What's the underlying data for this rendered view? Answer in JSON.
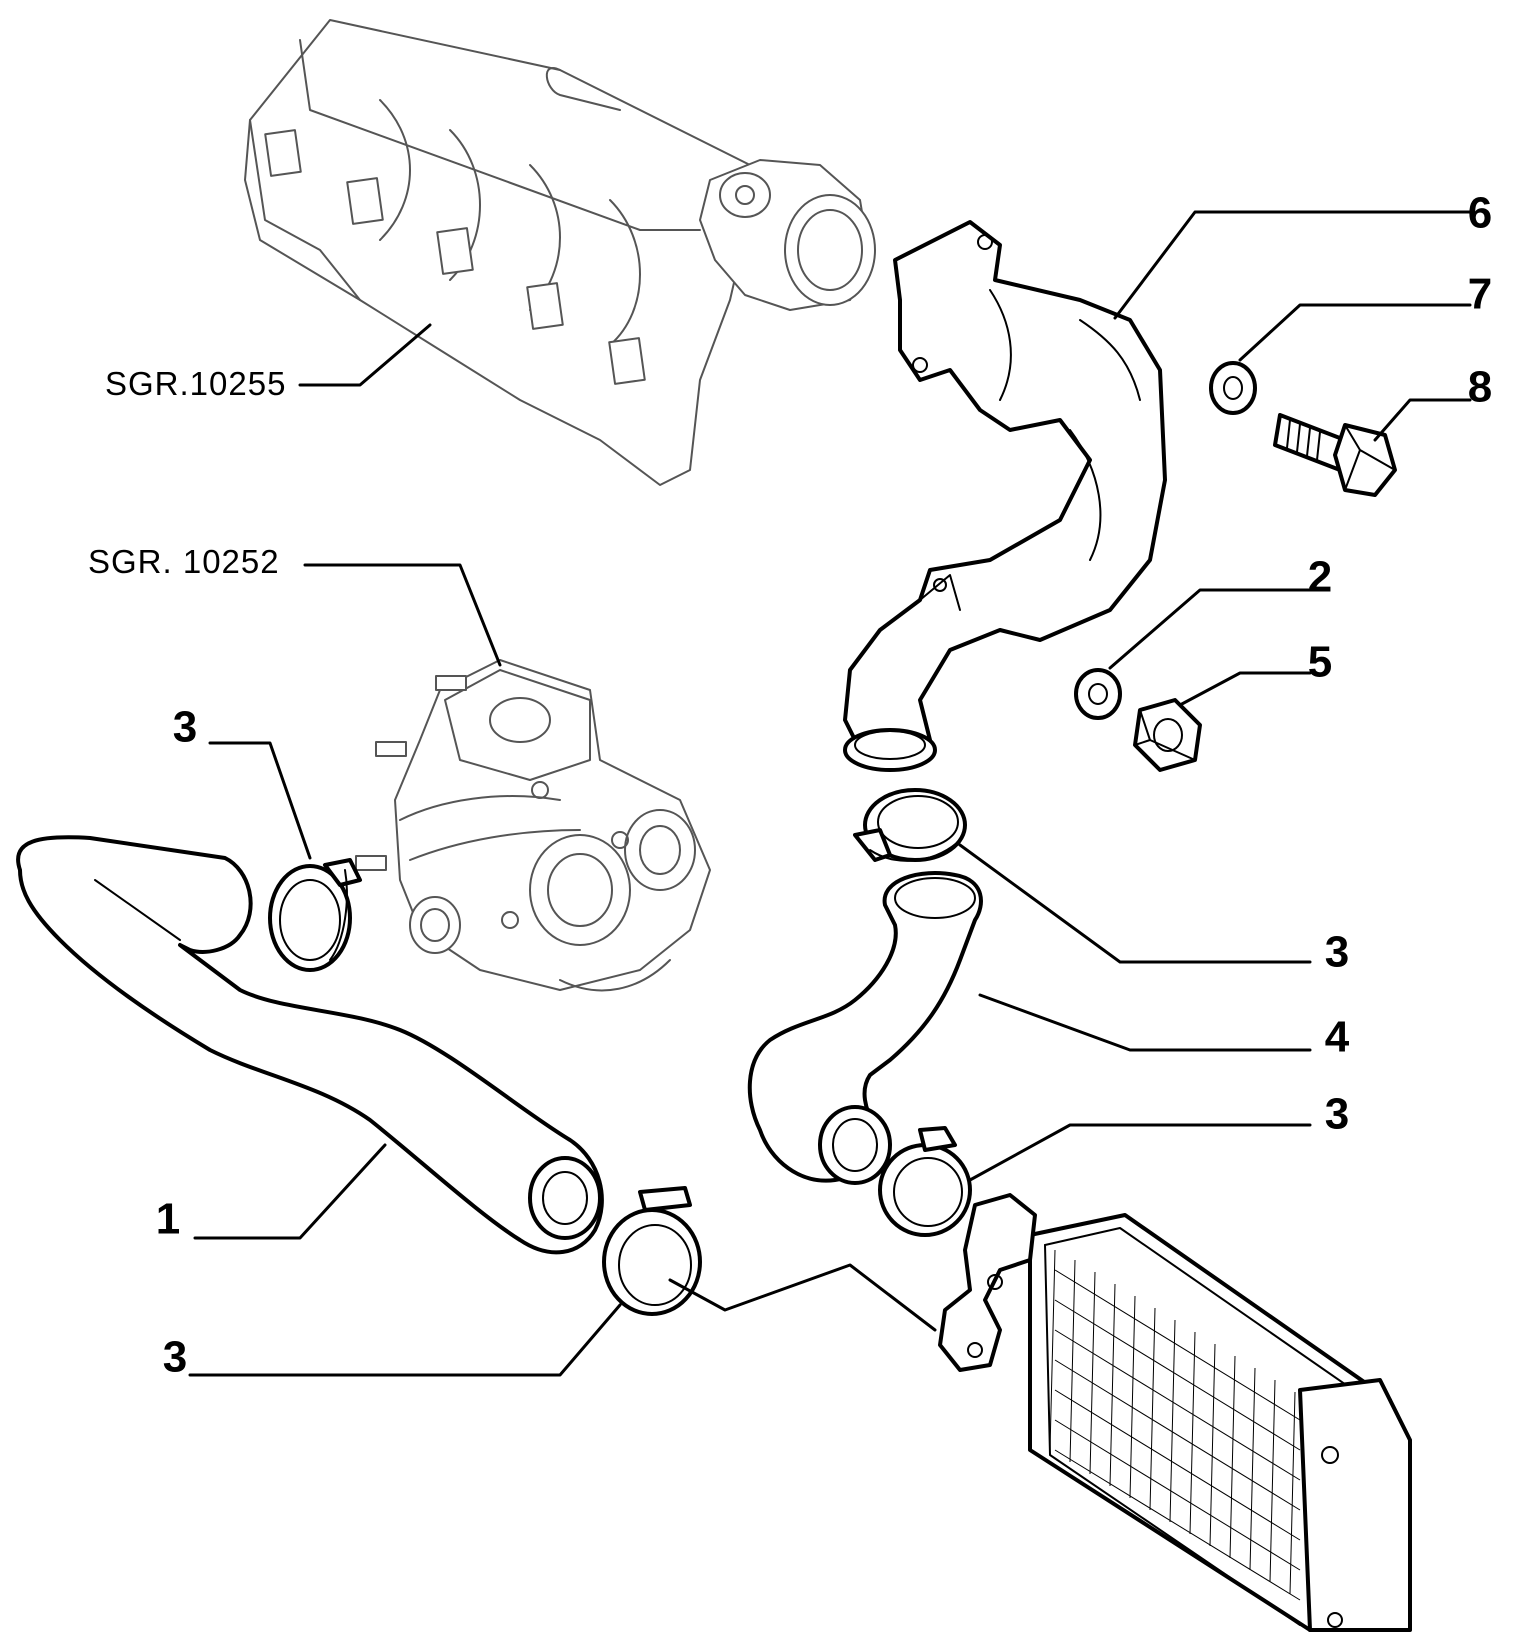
{
  "diagram": {
    "labels": {
      "sgr_manifold": "SGR.10255",
      "sgr_turbo": "SGR. 10252",
      "pos_1": "1",
      "pos_2": "2",
      "pos_3_turbo_clamp": "3",
      "pos_3_upper_clamp": "3",
      "pos_3_middle_clamp": "3",
      "pos_3_lower_clamp": "3",
      "pos_4": "4",
      "pos_5": "5",
      "pos_6": "6",
      "pos_7": "7",
      "pos_8": "8"
    },
    "colors": {
      "ink": "#000000",
      "ghost_ink": "#555555",
      "background": "#ffffff"
    }
  }
}
